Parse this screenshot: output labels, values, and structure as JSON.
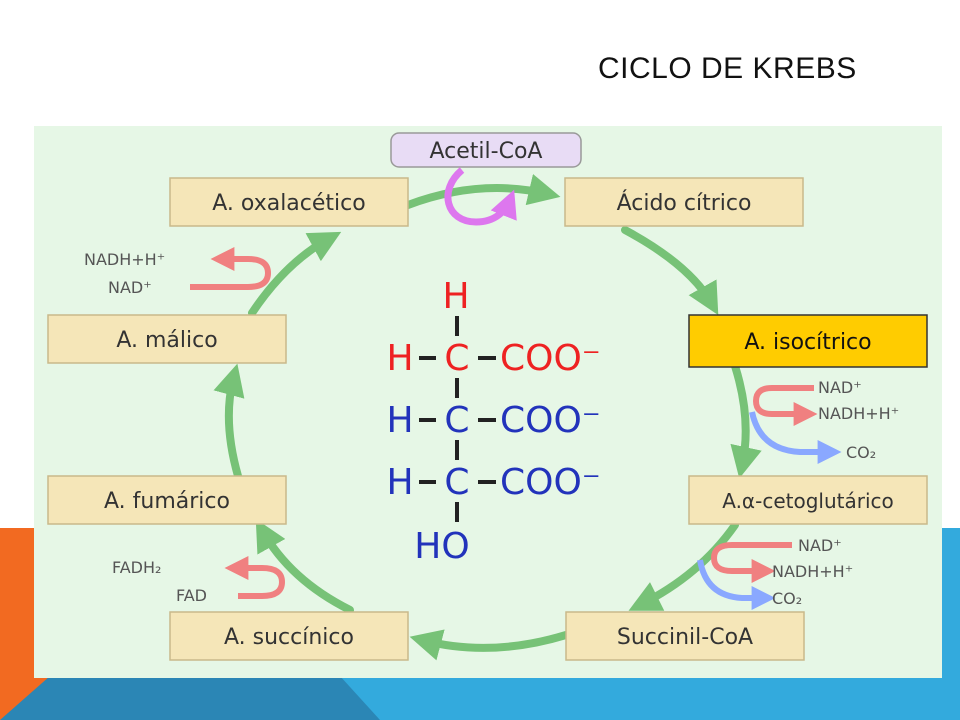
{
  "slide_title": "CICLO DE KREBS",
  "acetyl": "Acetil-CoA",
  "compounds": {
    "oxalacetico": "A. oxalacético",
    "citrico": "Ácido cítrico",
    "isocitrico": "A. isocítrico",
    "cetoglutarico": "A.α-cetoglutárico",
    "succinilcoa": "Succinil-CoA",
    "succinico": "A. succínico",
    "fumarico": "A. fumárico",
    "malico": "A. málico"
  },
  "cofactors": {
    "nadh_h_1": "NADH+H⁺",
    "nad_1": "NAD⁺",
    "nad_2": "NAD⁺",
    "nadh_h_2": "NADH+H⁺",
    "co2_1": "CO₂",
    "nad_3": "NAD⁺",
    "nadh_h_3": "NADH+H⁺",
    "co2_2": "CO₂",
    "fadh2": "FADH₂",
    "fad": "FAD"
  },
  "molecule": {
    "top_h": "H",
    "row1_h": "H",
    "row1_c": "C",
    "row1_coo": "COO⁻",
    "row2_h": "H",
    "row2_c": "C",
    "row2_coo": "COO⁻",
    "row3_h": "H",
    "row3_c": "C",
    "row3_coo": "COO⁻",
    "bottom_ho": "HO"
  },
  "colors": {
    "panel": "#e6f7e6",
    "box_fill": "#f5e6b8",
    "highlight_fill": "#ffcc00",
    "cycle_arrow": "#77c277",
    "red_arrow": "#f08080",
    "blue_arrow": "#8aa8ff",
    "acetyl_fill": "#e8dcf5",
    "acetyl_arrow": "#dd77ee",
    "mol_red": "#ee2222",
    "mol_blue": "#2233bb"
  }
}
